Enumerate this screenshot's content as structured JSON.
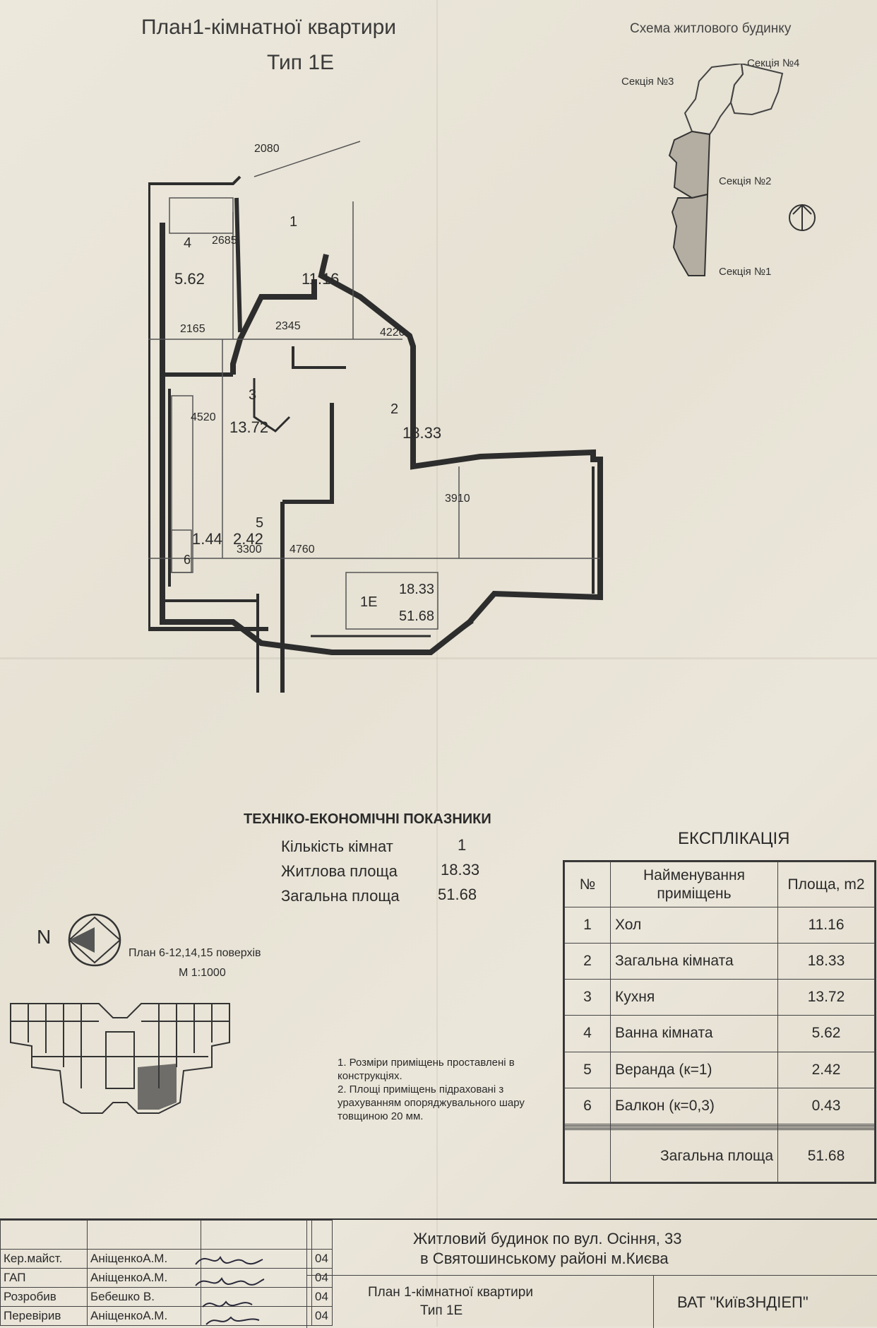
{
  "header": {
    "title_line1": "План1-кімнатної квартири",
    "title_line2": "Тип 1Е"
  },
  "scheme": {
    "title": "Схема житлового будинку",
    "sections": [
      "Секція №3",
      "Секція №4",
      "Секція №2",
      "Секція №1"
    ]
  },
  "plan": {
    "rooms": [
      {
        "no": "1",
        "area": "11.16"
      },
      {
        "no": "2",
        "area": "18.33"
      },
      {
        "no": "3",
        "area": "13.72"
      },
      {
        "no": "4",
        "area": "5.62"
      },
      {
        "no": "5",
        "area": "2.42"
      },
      {
        "no": "6",
        "area": "1.44"
      }
    ],
    "dimensions": [
      "2080",
      "2685",
      "2165",
      "2345",
      "4220",
      "4520",
      "3300",
      "4760",
      "3910"
    ],
    "type_box": {
      "label": "1Е",
      "living": "18.33",
      "total": "51.68"
    }
  },
  "indicators": {
    "title": "ТЕХНІКО-ЕКОНОМІЧНІ ПОКАЗНИКИ",
    "rows": [
      {
        "label": "Кількість кімнат",
        "value": "1"
      },
      {
        "label": "Житлова площа",
        "value": "18.33"
      },
      {
        "label": "Загальна площа",
        "value": "51.68"
      }
    ]
  },
  "floor_plan_note": {
    "north": "N",
    "line1": "План 6-12,14,15 поверхів",
    "line2": "М 1:1000"
  },
  "notes": [
    "1. Розміри приміщень проставлені в конструкціях.",
    "2. Площі приміщень підраховані з урахуванням опоряджувального шару товщиною 20 мм."
  ],
  "explication": {
    "title": "ЕКСПЛІКАЦІЯ",
    "headers": {
      "no": "№",
      "name": "Найменування приміщень",
      "area": "Площа, m2"
    },
    "rows": [
      {
        "no": "1",
        "name": "Хол",
        "area": "11.16"
      },
      {
        "no": "2",
        "name": "Загальна кімната",
        "area": "18.33"
      },
      {
        "no": "3",
        "name": "Кухня",
        "area": "13.72"
      },
      {
        "no": "4",
        "name": "Ванна кімната",
        "area": "5.62"
      },
      {
        "no": "5",
        "name": "Веранда (к=1)",
        "area": "2.42"
      },
      {
        "no": "6",
        "name": "Балкон (к=0,3)",
        "area": "0.43"
      }
    ],
    "total_label": "Загальна площа",
    "total_value": "51.68"
  },
  "stamp": {
    "project_line1": "Житловий будинок по вул. Осіння, 33",
    "project_line2": "в Святошинському районі м.Києва",
    "sheet_line1": "План 1-кімнатної квартири",
    "sheet_line2": "Тип 1Е",
    "organization": "ВАТ \"КиївЗНДІЕП\"",
    "staff": [
      {
        "role": "Кер.майст.",
        "name": "АніщенкоА.М.",
        "date": "04"
      },
      {
        "role": "ГАП",
        "name": "АніщенкоА.М.",
        "date": "04"
      },
      {
        "role": "Розробив",
        "name": "Бебешко В.",
        "date": "04"
      },
      {
        "role": "Перевірив",
        "name": "АніщенкоА.М.",
        "date": "04"
      }
    ]
  }
}
